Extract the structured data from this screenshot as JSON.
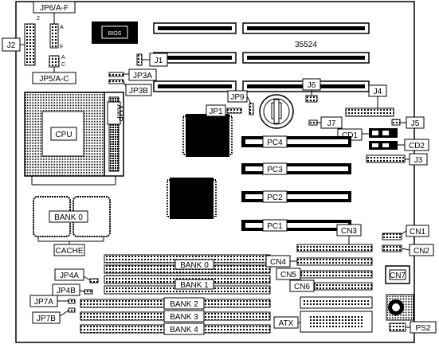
{
  "board": {
    "model": "35524",
    "bios_label": "BIOS",
    "cpu_label": "CPU",
    "amp_label": "AMP",
    "cache_label": "CACHE",
    "cache_bank_label": "BANK 0"
  },
  "labels": {
    "jp6": "JP6/A-F",
    "jp6_a": "A",
    "jp6_f": "F",
    "jp6_2": "2",
    "jp5": "JP5/A-C",
    "jp5_a": "A",
    "jp5_c": "C",
    "j2": "J2",
    "j1": "J1",
    "jp3a": "JP3A",
    "jp3b": "JP3B",
    "jp1": "JP1",
    "jp9": "JP9",
    "j6": "J6",
    "j4": "J4",
    "j5": "J5",
    "j7": "J7",
    "cd1": "CD1",
    "cd2": "CD2",
    "j3": "J3",
    "pc4": "PC4",
    "pc3": "PC3",
    "pc2": "PC2",
    "pc1": "PC1",
    "cn3": "CN3",
    "cn1": "CN1",
    "cn2": "CN2",
    "cn4": "CN4",
    "cn5": "CN5",
    "cn6": "CN6",
    "cn7": "CN7",
    "jp4a": "JP4A",
    "jp4b": "JP4B",
    "jp7a": "JP7A",
    "jp7b": "JP7B",
    "bank0": "BANK 0",
    "bank1": "BANK 1",
    "bank2": "BANK 2",
    "bank3": "BANK 3",
    "bank4": "BANK 4",
    "atx": "ATX",
    "ps2": "PS2"
  }
}
